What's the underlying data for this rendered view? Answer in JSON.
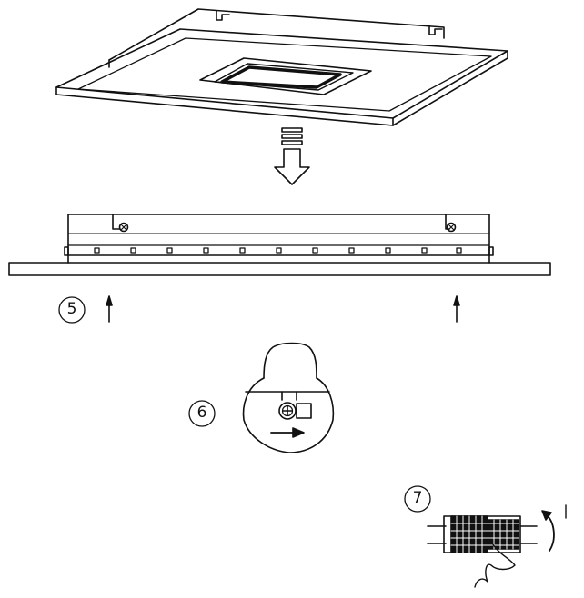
{
  "steps": {
    "step5": {
      "number": "5"
    },
    "step6": {
      "number": "6"
    },
    "step7": {
      "number": "7"
    }
  },
  "colors": {
    "ink": "#111111",
    "background": "#ffffff"
  },
  "icons": {
    "down_arrow": "arrow-down-icon",
    "up_arrow": "arrow-up-icon",
    "rotate_arrow": "rotate-arrow-icon",
    "slide_arrow": "arrow-right-icon"
  }
}
